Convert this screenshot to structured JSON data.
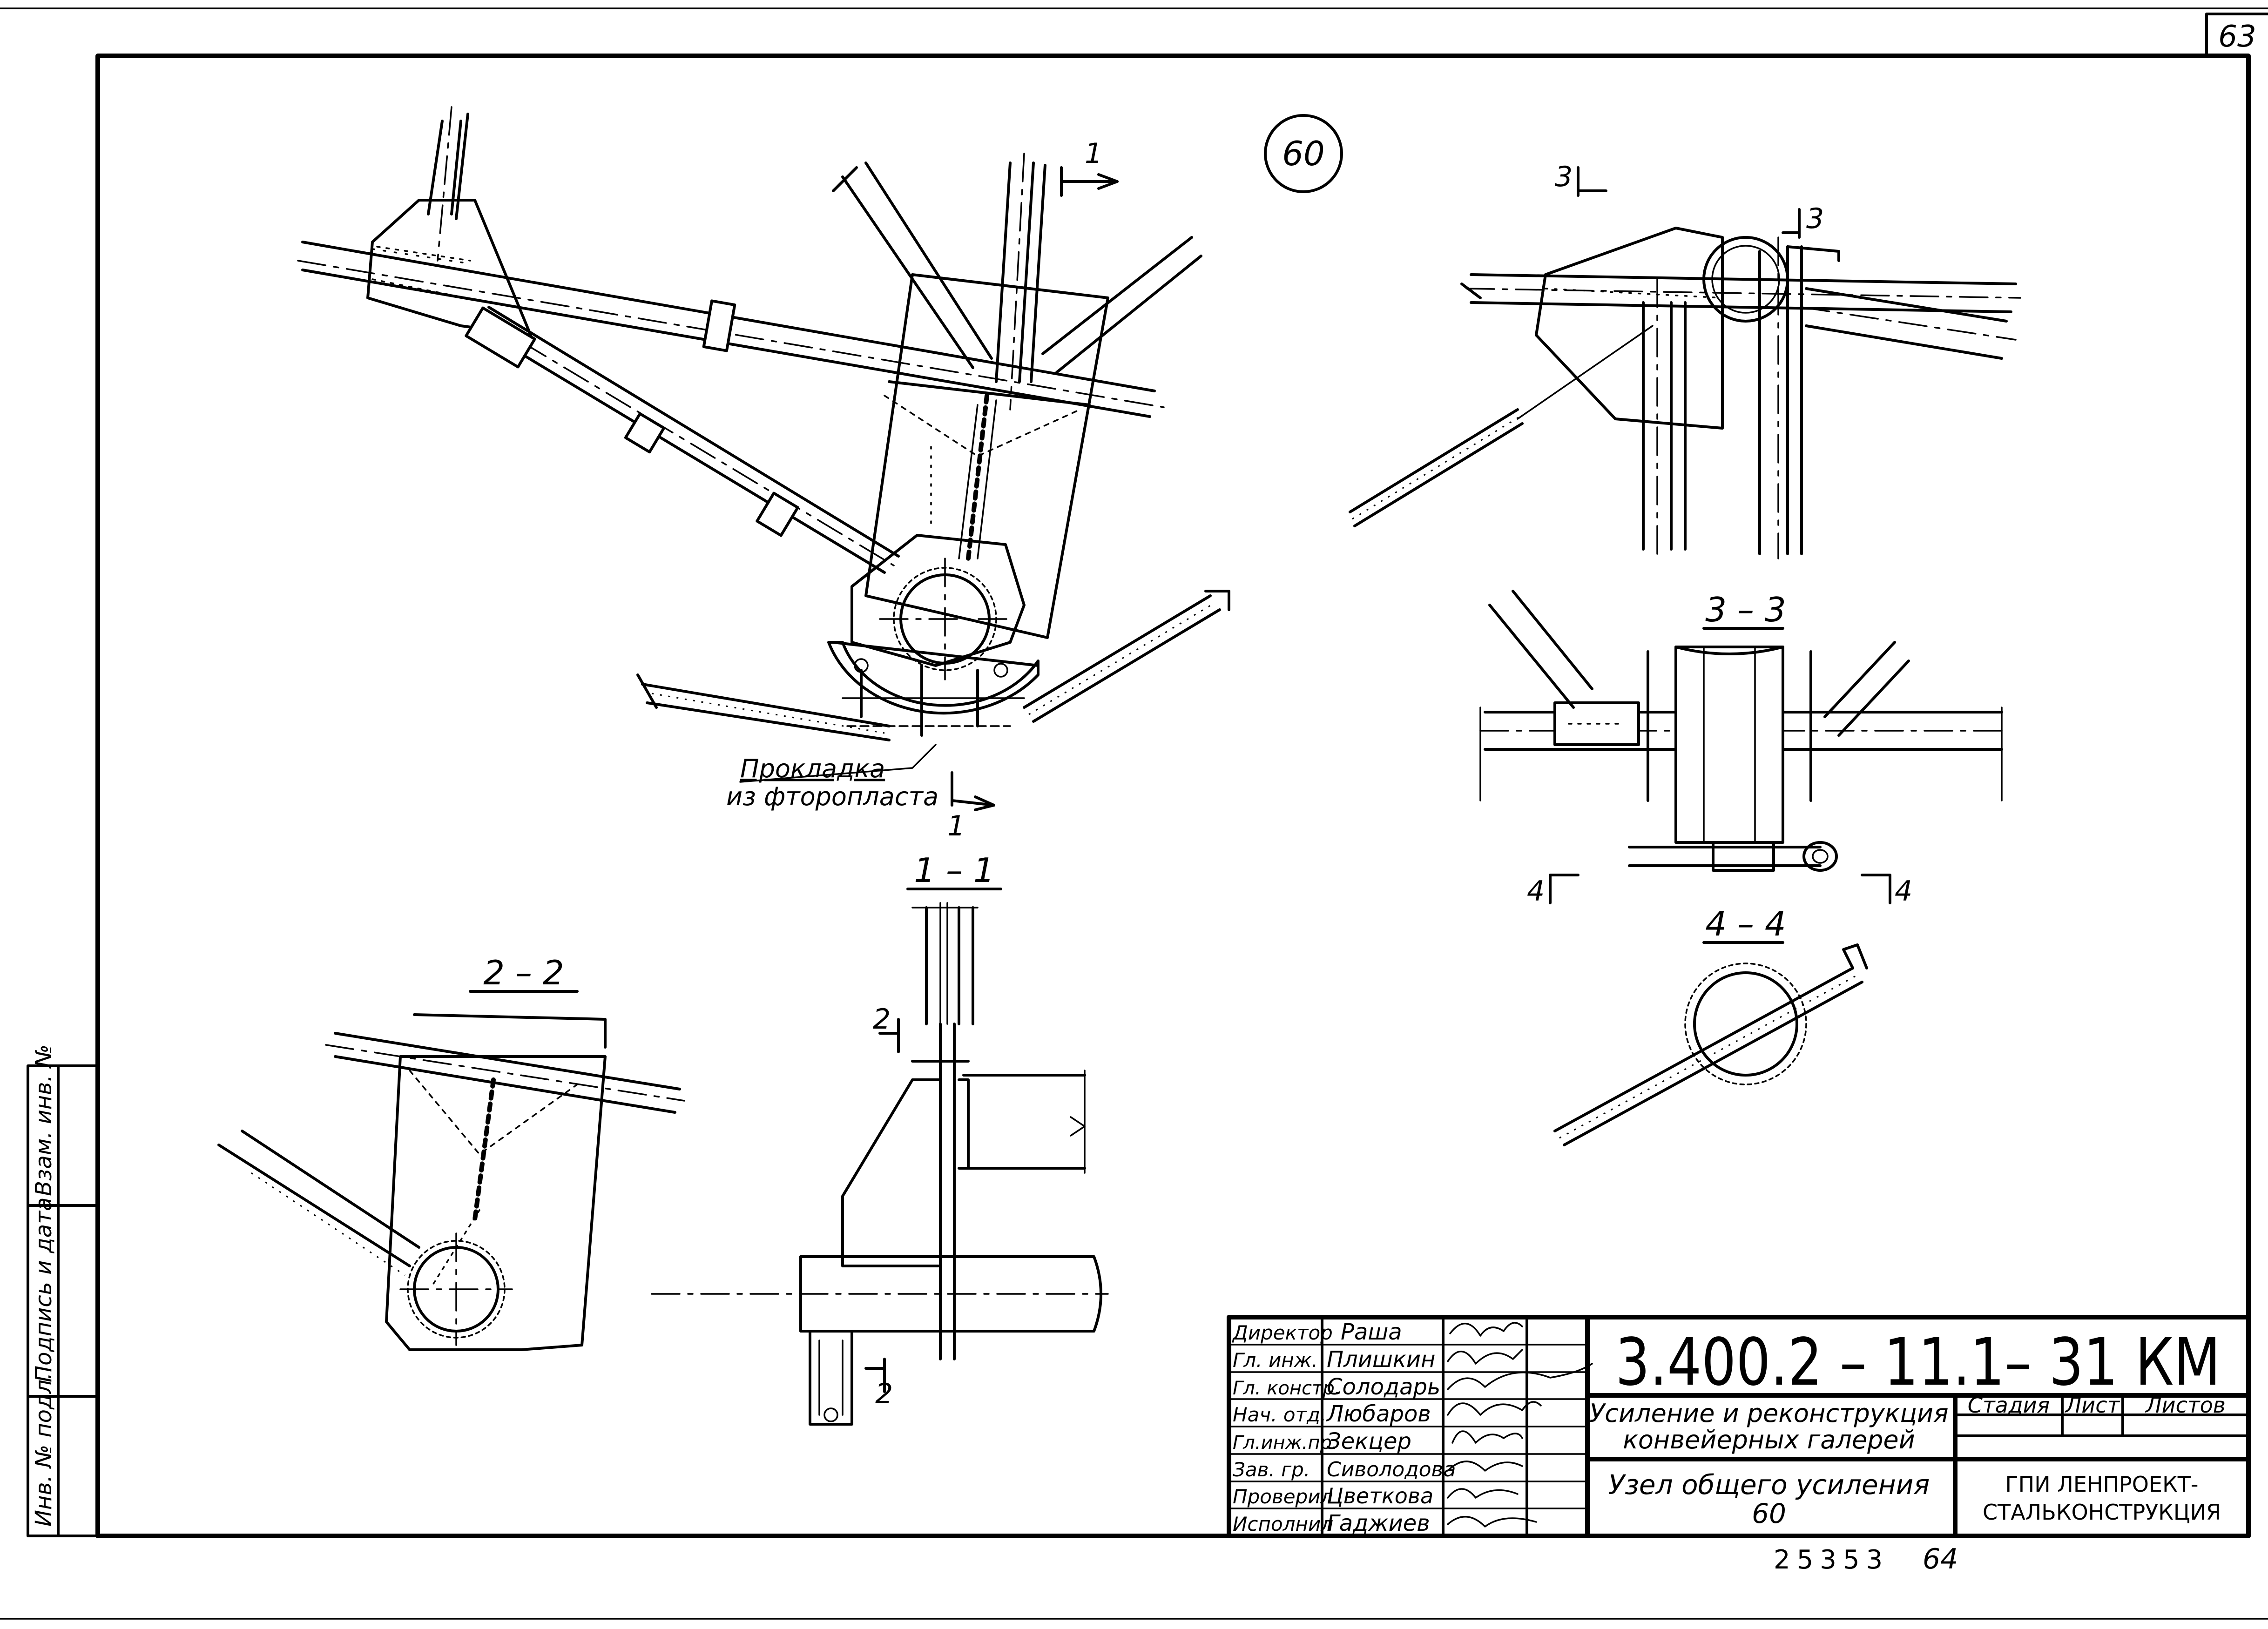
{
  "sheet": {
    "sheet_number": "63",
    "node_marker": "60",
    "bottom_number": "25353",
    "bottom_page": "64"
  },
  "section_marks": {
    "m1_top": "1",
    "m1_bottom": "1",
    "m3": "3",
    "m3_right": "3",
    "m2_top": "2",
    "m2_bottom": "2",
    "m4_left": "4",
    "m4_right": "4"
  },
  "section_titles": {
    "s11": "1 – 1",
    "s22": "2 – 2",
    "s33": "3 – 3",
    "s44": "4 – 4"
  },
  "callout": {
    "line1": "Прокладка",
    "line2": "из фторопласта"
  },
  "side_stamp": {
    "inv_orig": "Инв. № подл.",
    "sign_date": "Подпись и дата",
    "inv_replace": "Взам. инв. №"
  },
  "title_block": {
    "designation": "3.400.2 – 11.1– 31 КМ",
    "project_line1": "Усиление и реконструкция",
    "project_line2": "конвейерных галерей",
    "drawing_line1": "Узел общего усиления",
    "drawing_line2": "60",
    "col_stage": "Стадия",
    "col_sheet": "Лист",
    "col_sheets": "Листов",
    "org_line1": "ГПИ ЛЕНПРОЕКТ-",
    "org_line2": "СТАЛЬКОНСТРУКЦИЯ",
    "people": [
      {
        "role": "Директор",
        "name": "Раша"
      },
      {
        "role": "Гл. инж.",
        "name": "Плишкин"
      },
      {
        "role": "Гл. констр.",
        "name": "Солодарь"
      },
      {
        "role": "Нач. отд.",
        "name": "Любаров"
      },
      {
        "role": "Гл.инж.пр.",
        "name": "Зекцер"
      },
      {
        "role": "Зав. гр.",
        "name": "Сиволодова"
      },
      {
        "role": "Проверил",
        "name": "Цветкова"
      },
      {
        "role": "Исполнил",
        "name": "Гаджиев"
      }
    ]
  }
}
